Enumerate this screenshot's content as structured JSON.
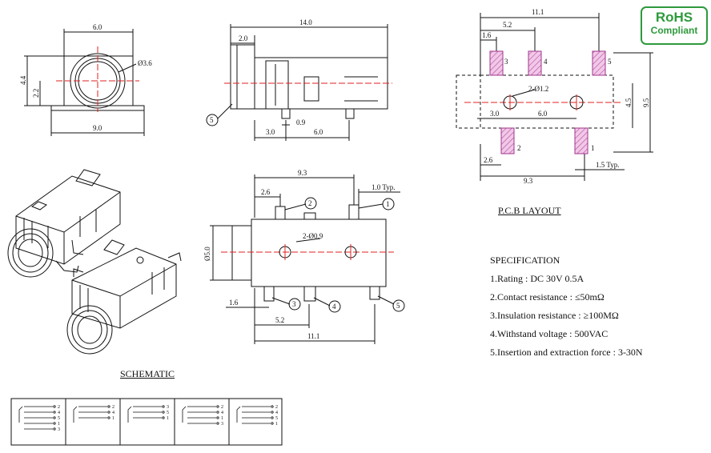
{
  "rohs": {
    "line1": "RoHS",
    "line2": "Compliant"
  },
  "front_view": {
    "width": "6.0",
    "bottom_width": "9.0",
    "height": "4.4",
    "center_height": "2.2",
    "diameter": "Ø3.6"
  },
  "side_view": {
    "length": "14.0",
    "offset": "2.0",
    "pin_a": "3.0",
    "pin_b": "6.0",
    "pin_thick": "0.9",
    "callout": "5"
  },
  "pcb": {
    "title": "P.C.B LAYOUT",
    "top_width": "11.1",
    "pitch_a": "5.2",
    "pitch_b": "1.6",
    "hole_label": "2-Ø1.2",
    "hole_a": "3.0",
    "hole_b": "6.0",
    "height_a": "4.5",
    "height_b": "9.5",
    "bottom_a": "2.6",
    "bottom_width": "9.3",
    "pad_typ": "1.5 Typ.",
    "pads": [
      "3",
      "4",
      "5",
      "2",
      "1"
    ]
  },
  "top_view": {
    "width": "9.3",
    "left": "2.6",
    "pin_typ": "1.0 Typ.",
    "diameter": "Ø5.0",
    "hole_label": "2-Ø0.9",
    "bottom_left": "1.6",
    "bottom_mid": "5.2",
    "bottom_width": "11.1",
    "callouts": [
      "2",
      "1",
      "3",
      "4",
      "5"
    ]
  },
  "schematic": {
    "title": "SCHEMATIC"
  },
  "specification": {
    "title": "SPECIFICATION",
    "lines": [
      "1.Rating  : DC 30V 0.5A",
      "2.Contact resistance : ≤50mΩ",
      "3.Insulation resistance : ≥100MΩ",
      "4.Withstand voltage : 500VAC",
      "5.Insertion and extraction force : 3-30N"
    ]
  },
  "colors": {
    "centerline": "#e02020",
    "pad_fill": "#e6a9d8",
    "pad_stroke": "#a0368c",
    "rohs": "#2e9a3c"
  }
}
